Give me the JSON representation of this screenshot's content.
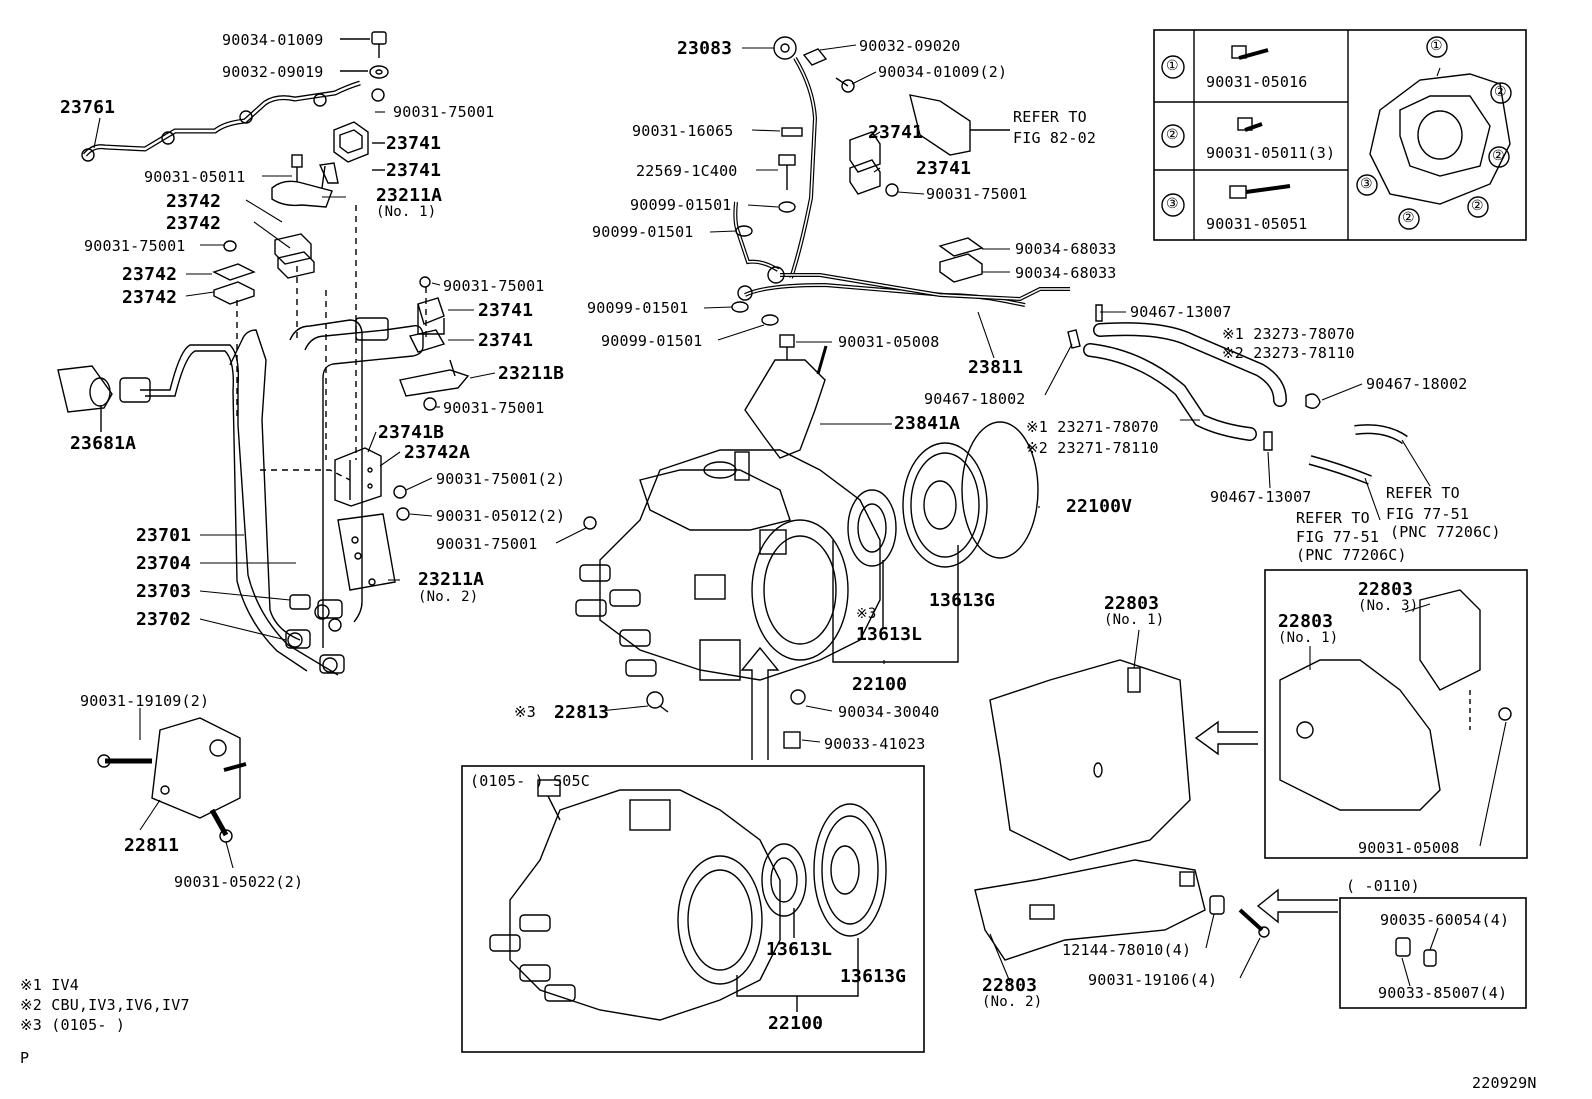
{
  "labels": [
    {
      "id": "p90034_01009a",
      "text": "90034-01009"
    },
    {
      "id": "p90032_09019",
      "text": "90032-09019"
    },
    {
      "id": "p23761",
      "text": "23761"
    },
    {
      "id": "p90031_75001a",
      "text": "90031-75001"
    },
    {
      "id": "p23741a",
      "text": "23741"
    },
    {
      "id": "p23741b",
      "text": "23741"
    },
    {
      "id": "p90031_05011",
      "text": "90031-05011"
    },
    {
      "id": "p23211A_1",
      "text": "23211A"
    },
    {
      "id": "p23211A_1n",
      "text": "(No. 1)"
    },
    {
      "id": "p23742a",
      "text": "23742"
    },
    {
      "id": "p23742b",
      "text": "23742"
    },
    {
      "id": "p90031_75001b",
      "text": "90031-75001"
    },
    {
      "id": "p23742c",
      "text": "23742"
    },
    {
      "id": "p23742d",
      "text": "23742"
    },
    {
      "id": "p90031_75001c",
      "text": "90031-75001"
    },
    {
      "id": "p23741c",
      "text": "23741"
    },
    {
      "id": "p23741d",
      "text": "23741"
    },
    {
      "id": "p23211B",
      "text": "23211B"
    },
    {
      "id": "p90031_75001d",
      "text": "90031-75001"
    },
    {
      "id": "p23681A",
      "text": "23681A"
    },
    {
      "id": "p23741B",
      "text": "23741B"
    },
    {
      "id": "p23742A",
      "text": "23742A"
    },
    {
      "id": "p90031_75001_2",
      "text": "90031-75001(2)"
    },
    {
      "id": "p90031_05012_2",
      "text": "90031-05012(2)"
    },
    {
      "id": "p90031_75001e",
      "text": "90031-75001"
    },
    {
      "id": "p23701",
      "text": "23701"
    },
    {
      "id": "p23704",
      "text": "23704"
    },
    {
      "id": "p23703",
      "text": "23703"
    },
    {
      "id": "p23702",
      "text": "23702"
    },
    {
      "id": "p23211A_2",
      "text": "23211A"
    },
    {
      "id": "p23211A_2n",
      "text": "(No. 2)"
    },
    {
      "id": "p90031_19109_2",
      "text": "90031-19109(2)"
    },
    {
      "id": "p22811",
      "text": "22811"
    },
    {
      "id": "p90031_05022_2",
      "text": "90031-05022(2)"
    },
    {
      "id": "p23083",
      "text": "23083"
    },
    {
      "id": "p90032_09020",
      "text": "90032-09020"
    },
    {
      "id": "p90034_01009_2",
      "text": "90034-01009(2)"
    },
    {
      "id": "prefer82a",
      "text": "REFER TO"
    },
    {
      "id": "prefer82b",
      "text": "FIG 82-02"
    },
    {
      "id": "p90031_16065",
      "text": "90031-16065"
    },
    {
      "id": "p23741e",
      "text": "23741"
    },
    {
      "id": "p22569",
      "text": "22569-1C400"
    },
    {
      "id": "p23741f",
      "text": "23741"
    },
    {
      "id": "p90031_75001f",
      "text": "90031-75001"
    },
    {
      "id": "p90099_01501a",
      "text": "90099-01501"
    },
    {
      "id": "p90099_01501b",
      "text": "90099-01501"
    },
    {
      "id": "p90034_68033a",
      "text": "90034-68033"
    },
    {
      "id": "p90034_68033b",
      "text": "90034-68033"
    },
    {
      "id": "p90099_01501c",
      "text": "90099-01501"
    },
    {
      "id": "p90099_01501d",
      "text": "90099-01501"
    },
    {
      "id": "p90031_05008a",
      "text": "90031-05008"
    },
    {
      "id": "p23811",
      "text": "23811"
    },
    {
      "id": "p23841A",
      "text": "23841A"
    },
    {
      "id": "p90467_13007a",
      "text": "90467-13007"
    },
    {
      "id": "p23273a",
      "text": "※1 23273-78070"
    },
    {
      "id": "p23273b",
      "text": "※2 23273-78110"
    },
    {
      "id": "p90467_18002a",
      "text": "90467-18002"
    },
    {
      "id": "p90467_18002b",
      "text": "90467-18002"
    },
    {
      "id": "p23271a",
      "text": "※1 23271-78070"
    },
    {
      "id": "p23271b",
      "text": "※2 23271-78110"
    },
    {
      "id": "p90467_13007b",
      "text": "90467-13007"
    },
    {
      "id": "prefer77a1",
      "text": "REFER TO"
    },
    {
      "id": "prefer77a2",
      "text": "FIG 77-51"
    },
    {
      "id": "prefer77a3",
      "text": "(PNC 77206C)"
    },
    {
      "id": "prefer77b1",
      "text": "REFER TO"
    },
    {
      "id": "prefer77b2",
      "text": "FIG 77-51"
    },
    {
      "id": "prefer77b3",
      "text": "(PNC 77206C)"
    },
    {
      "id": "p22100V",
      "text": "22100V"
    },
    {
      "id": "p13613G_a",
      "text": "13613G"
    },
    {
      "id": "p13613L_a",
      "text": "13613L"
    },
    {
      "id": "p13613L_ax",
      "text": "※3"
    },
    {
      "id": "p22100a",
      "text": "22100"
    },
    {
      "id": "p22813",
      "text": "22813"
    },
    {
      "id": "p22813x",
      "text": "※3"
    },
    {
      "id": "p90034_30040",
      "text": "90034-30040"
    },
    {
      "id": "p90033_41023",
      "text": "90033-41023"
    },
    {
      "id": "ps05c",
      "text": "(0105-    )  S05C"
    },
    {
      "id": "p13613L_b",
      "text": "13613L"
    },
    {
      "id": "p13613G_b",
      "text": "13613G"
    },
    {
      "id": "p22100b",
      "text": "22100"
    },
    {
      "id": "p22803_1",
      "text": "22803"
    },
    {
      "id": "p22803_1n",
      "text": "(No. 1)"
    },
    {
      "id": "p22803_3",
      "text": "22803"
    },
    {
      "id": "p22803_3n",
      "text": "(No. 3)"
    },
    {
      "id": "p22803_1b",
      "text": "22803"
    },
    {
      "id": "p22803_1bn",
      "text": "(No. 1)"
    },
    {
      "id": "p90031_05008b",
      "text": "90031-05008"
    },
    {
      "id": "p0110",
      "text": "(    -0110)"
    },
    {
      "id": "p90035_60054",
      "text": "90035-60054(4)"
    },
    {
      "id": "p90033_85007",
      "text": "90033-85007(4)"
    },
    {
      "id": "p12144",
      "text": "12144-78010(4)"
    },
    {
      "id": "p90031_19106",
      "text": "90031-19106(4)"
    },
    {
      "id": "p22803_2",
      "text": "22803"
    },
    {
      "id": "p22803_2n",
      "text": "(No. 2)"
    },
    {
      "id": "pk1",
      "text": "90031-05016"
    },
    {
      "id": "pk2",
      "text": "90031-05011(3)"
    },
    {
      "id": "pk3",
      "text": "90031-05051"
    }
  ],
  "key_table": {
    "rows": [
      {
        "mark": "①",
        "part": "90031-05016"
      },
      {
        "mark": "②",
        "part": "90031-05011(3)"
      },
      {
        "mark": "③",
        "part": "90031-05051"
      }
    ],
    "callouts": [
      "①",
      "②",
      "②",
      "②",
      "②",
      "③"
    ]
  },
  "notes": [
    {
      "mark": "※1",
      "text": "IV4"
    },
    {
      "mark": "※2",
      "text": "CBU,IV3,IV6,IV7"
    },
    {
      "mark": "※3",
      "text": "(0105-     )"
    }
  ],
  "corner_p": "P",
  "fig_code": "220929N"
}
